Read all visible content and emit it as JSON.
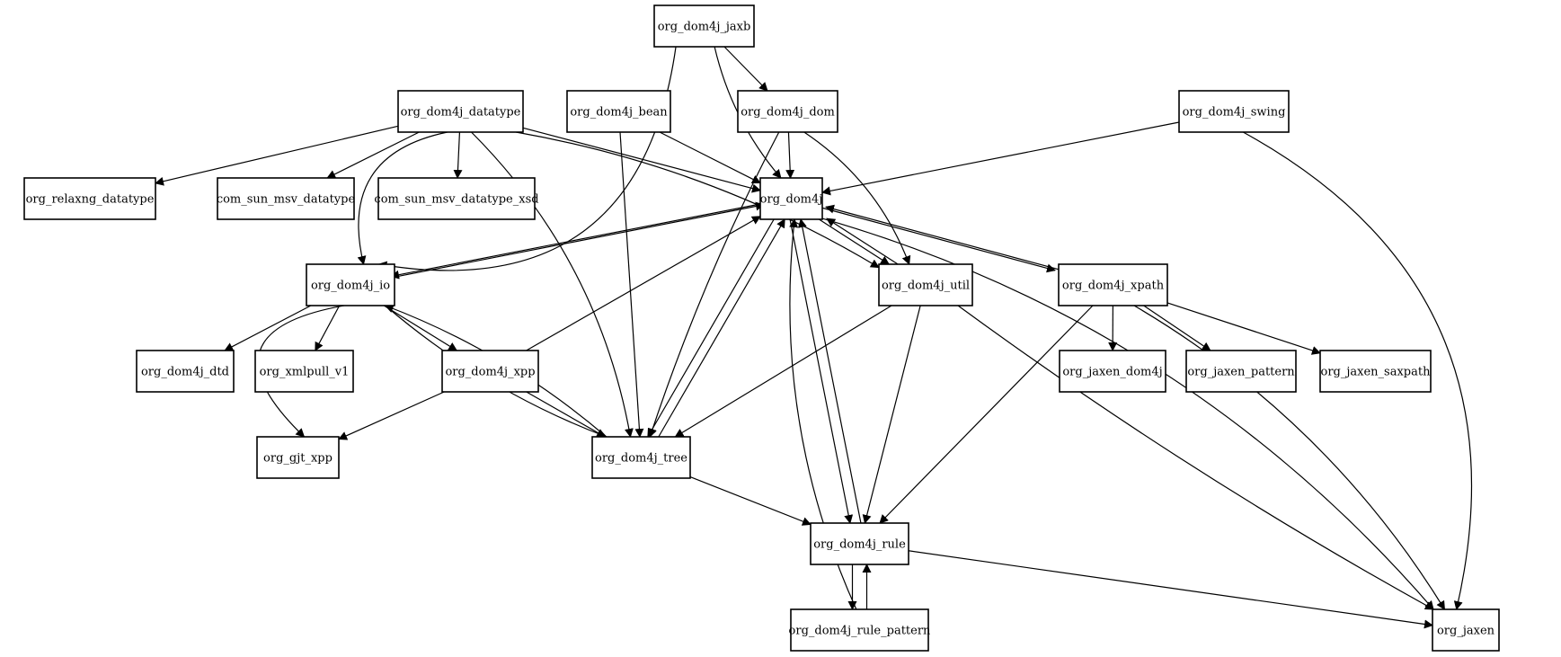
{
  "diagram": {
    "type": "dependency-graph",
    "nodes": [
      {
        "id": "jaxb",
        "label": "org_dom4j_jaxb"
      },
      {
        "id": "datatype",
        "label": "org_dom4j_datatype"
      },
      {
        "id": "bean",
        "label": "org_dom4j_bean"
      },
      {
        "id": "domp",
        "label": "org_dom4j_dom"
      },
      {
        "id": "swing",
        "label": "org_dom4j_swing"
      },
      {
        "id": "relaxng",
        "label": "org_relaxng_datatype"
      },
      {
        "id": "msv",
        "label": "com_sun_msv_datatype"
      },
      {
        "id": "msvxsd",
        "label": "com_sun_msv_datatype_xsd"
      },
      {
        "id": "dom4j",
        "label": "org_dom4j"
      },
      {
        "id": "io",
        "label": "org_dom4j_io"
      },
      {
        "id": "util",
        "label": "org_dom4j_util"
      },
      {
        "id": "xpath",
        "label": "org_dom4j_xpath"
      },
      {
        "id": "dtd",
        "label": "org_dom4j_dtd"
      },
      {
        "id": "xmlpull",
        "label": "org_xmlpull_v1"
      },
      {
        "id": "xpp",
        "label": "org_dom4j_xpp"
      },
      {
        "id": "jaxendom4j",
        "label": "org_jaxen_dom4j"
      },
      {
        "id": "jaxenpattern",
        "label": "org_jaxen_pattern"
      },
      {
        "id": "saxpath",
        "label": "org_jaxen_saxpath"
      },
      {
        "id": "gjt",
        "label": "org_gjt_xpp"
      },
      {
        "id": "tree",
        "label": "org_dom4j_tree"
      },
      {
        "id": "rule",
        "label": "org_dom4j_rule"
      },
      {
        "id": "rulepattern",
        "label": "org_dom4j_rule_pattern"
      },
      {
        "id": "jaxen",
        "label": "org_jaxen"
      }
    ],
    "edges": [
      {
        "from": "jaxb",
        "to": "domp"
      },
      {
        "from": "jaxb",
        "to": "dom4j"
      },
      {
        "from": "jaxb",
        "to": "io"
      },
      {
        "from": "datatype",
        "to": "relaxng"
      },
      {
        "from": "datatype",
        "to": "msv"
      },
      {
        "from": "datatype",
        "to": "msvxsd"
      },
      {
        "from": "datatype",
        "to": "dom4j"
      },
      {
        "from": "datatype",
        "to": "io"
      },
      {
        "from": "datatype",
        "to": "util"
      },
      {
        "from": "datatype",
        "to": "tree"
      },
      {
        "from": "bean",
        "to": "dom4j"
      },
      {
        "from": "bean",
        "to": "tree"
      },
      {
        "from": "domp",
        "to": "dom4j"
      },
      {
        "from": "domp",
        "to": "tree"
      },
      {
        "from": "domp",
        "to": "util"
      },
      {
        "from": "swing",
        "to": "dom4j"
      },
      {
        "from": "swing",
        "to": "jaxen"
      },
      {
        "from": "dom4j",
        "to": "io"
      },
      {
        "from": "io",
        "to": "dom4j"
      },
      {
        "from": "dom4j",
        "to": "util"
      },
      {
        "from": "util",
        "to": "dom4j"
      },
      {
        "from": "dom4j",
        "to": "xpath"
      },
      {
        "from": "xpath",
        "to": "dom4j"
      },
      {
        "from": "dom4j",
        "to": "tree"
      },
      {
        "from": "tree",
        "to": "dom4j"
      },
      {
        "from": "dom4j",
        "to": "rule"
      },
      {
        "from": "rule",
        "to": "dom4j"
      },
      {
        "from": "dom4j",
        "to": "jaxen"
      },
      {
        "from": "io",
        "to": "dtd"
      },
      {
        "from": "io",
        "to": "xmlpull"
      },
      {
        "from": "io",
        "to": "xpp"
      },
      {
        "from": "io",
        "to": "gjt"
      },
      {
        "from": "io",
        "to": "tree"
      },
      {
        "from": "tree",
        "to": "io"
      },
      {
        "from": "xpp",
        "to": "dom4j"
      },
      {
        "from": "xpp",
        "to": "gjt"
      },
      {
        "from": "xpp",
        "to": "tree"
      },
      {
        "from": "util",
        "to": "tree"
      },
      {
        "from": "util",
        "to": "rule"
      },
      {
        "from": "util",
        "to": "jaxen"
      },
      {
        "from": "xpath",
        "to": "jaxendom4j"
      },
      {
        "from": "xpath",
        "to": "jaxenpattern"
      },
      {
        "from": "xpath",
        "to": "saxpath"
      },
      {
        "from": "xpath",
        "to": "rule"
      },
      {
        "from": "xpath",
        "to": "jaxen"
      },
      {
        "from": "tree",
        "to": "rule"
      },
      {
        "from": "rule",
        "to": "rulepattern"
      },
      {
        "from": "rulepattern",
        "to": "rule"
      },
      {
        "from": "rulepattern",
        "to": "dom4j"
      },
      {
        "from": "rule",
        "to": "jaxen"
      }
    ]
  }
}
